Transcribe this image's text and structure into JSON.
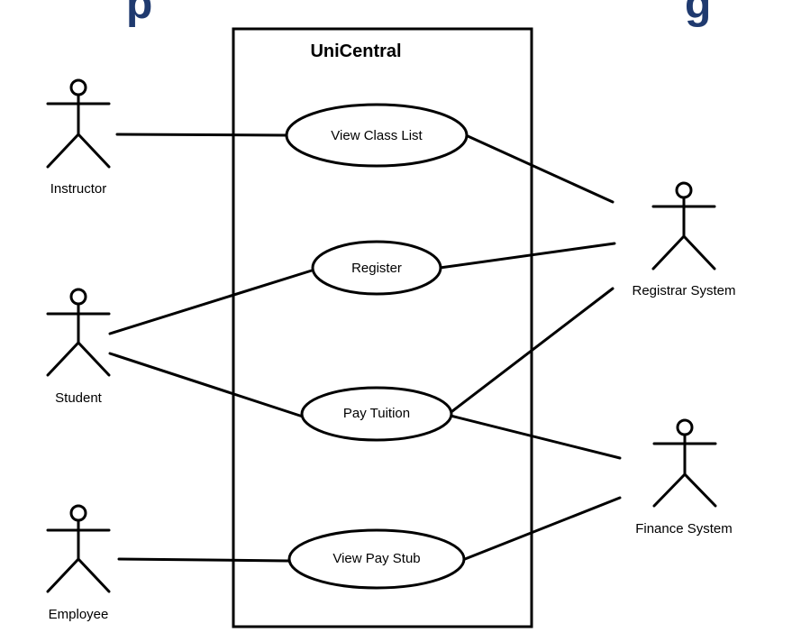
{
  "header": {
    "title_fragment": "p                                                  g",
    "color": "#1f3a6f"
  },
  "system": {
    "name": "UniCentral"
  },
  "use_cases": {
    "view_class_list": "View Class List",
    "register": "Register",
    "pay_tuition": "Pay Tuition",
    "view_pay_stub": "View Pay Stub"
  },
  "actors": {
    "instructor": "Instructor",
    "student": "Student",
    "employee": "Employee",
    "registrar_system": "Registrar System",
    "finance_system": "Finance System"
  }
}
